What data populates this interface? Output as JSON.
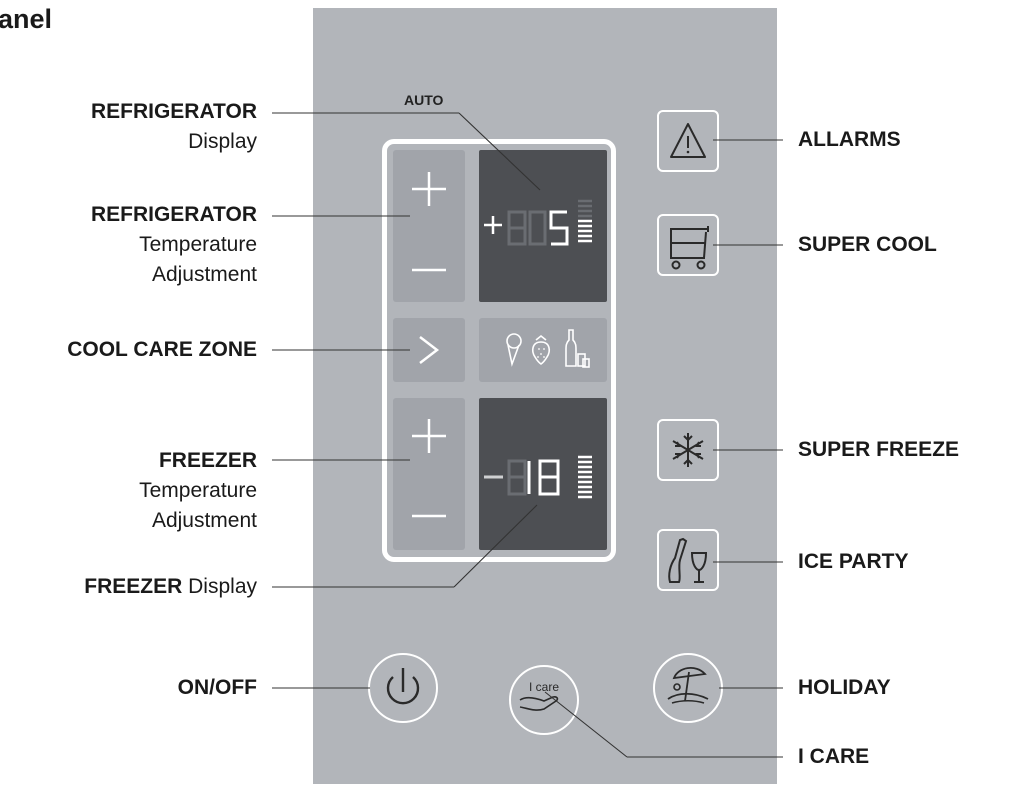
{
  "title": "anel",
  "auto_label": "AUTO",
  "display_values": {
    "fridge": "+05",
    "freezer": "-18"
  },
  "icare_text": "I care",
  "labels": {
    "fridge_display": {
      "bold": "REFRIGERATOR",
      "rest": "Display"
    },
    "fridge_temp": {
      "bold": "REFRIGERATOR",
      "line2": "Temperature",
      "line3": "Adjustment"
    },
    "cool_care": {
      "bold": "COOL CARE ZONE"
    },
    "freezer_temp": {
      "bold": "FREEZER",
      "line2": "Temperature",
      "line3": "Adjustment"
    },
    "freezer_display": {
      "bold": "FREEZER",
      "rest": "Display"
    },
    "on_off": {
      "bold": "ON/OFF"
    },
    "alarms": {
      "bold": "ALLARMS"
    },
    "super_cool": {
      "bold": "SUPER COOL"
    },
    "super_freeze": {
      "bold": "SUPER FREEZE"
    },
    "ice_party": {
      "bold": "ICE PARTY"
    },
    "holiday": {
      "bold": "HOLIDAY"
    },
    "i_care": {
      "bold": "I CARE"
    }
  },
  "colors": {
    "panel": "#b2b5ba",
    "key": "#a1a4aa",
    "display": "#4d4f53",
    "segment_on": "#ffffff",
    "segment_off": "#6a6d72"
  },
  "icons": [
    "warning-triangle-icon",
    "shopping-cart-icon",
    "snowflake-icon",
    "bottle-glass-icon",
    "power-icon",
    "hand-icare-icon",
    "beach-umbrella-icon",
    "ice-cream-icon",
    "strawberry-icon",
    "bottle-can-icon",
    "chevron-right-icon",
    "plus-icon",
    "minus-icon"
  ]
}
